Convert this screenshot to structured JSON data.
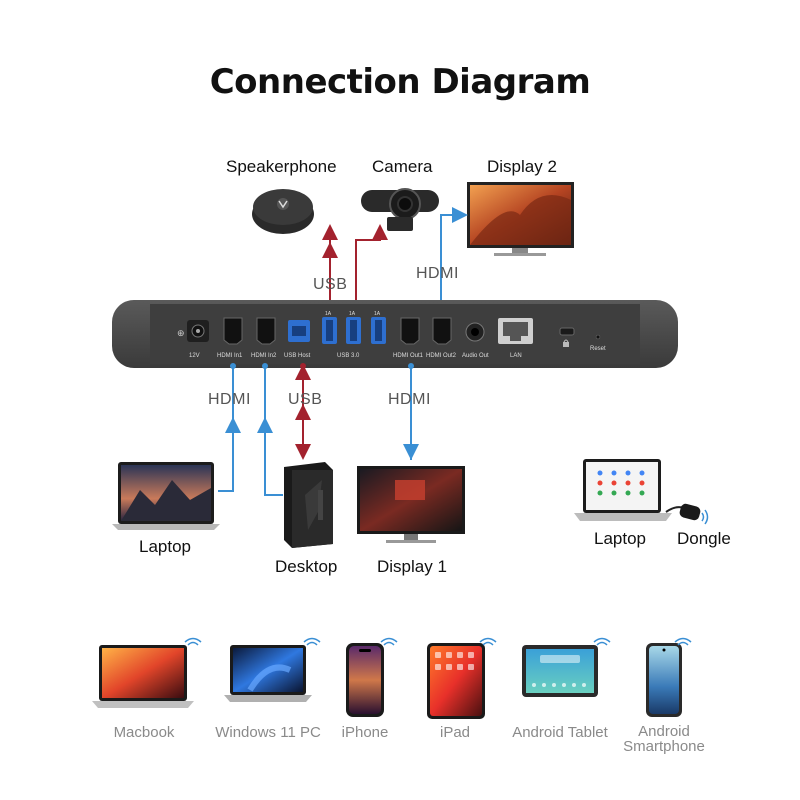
{
  "title": "Connection Diagram",
  "top_devices": {
    "speakerphone": "Speakerphone",
    "camera": "Camera",
    "display2": "Display 2"
  },
  "connections": {
    "usb_top": "USB",
    "hdmi_top": "HDMI",
    "hdmi_left": "HDMI",
    "usb_bottom": "USB",
    "hdmi_right": "HDMI"
  },
  "dock": {
    "ports": {
      "power": "12V",
      "hdmi_in1": "HDMI In1",
      "hdmi_in2": "HDMI In2",
      "usb_host": "USB Host",
      "usb30": "USB 3.0",
      "hdmi_out1": "HDMI Out1",
      "hdmi_out2": "HDMI Out2",
      "audio_out": "Audio Out",
      "lan": "LAN",
      "reset": "Reset",
      "amp1": "1A",
      "amp2": "1A",
      "amp3": "1A"
    }
  },
  "bottom_devices": {
    "laptop": "Laptop",
    "desktop": "Desktop",
    "display1": "Display 1",
    "laptop2": "Laptop",
    "dongle": "Dongle"
  },
  "wireless_devices": [
    {
      "label": "Macbook"
    },
    {
      "label": "Windows 11 PC"
    },
    {
      "label": "iPhone"
    },
    {
      "label": "iPad"
    },
    {
      "label": "Android Tablet"
    },
    {
      "label": "Android",
      "label2": "Smartphone"
    }
  ],
  "colors": {
    "usb_line": "#a3222e",
    "hdmi_line": "#3a8fd4",
    "dock_body": "#4a4a4a",
    "usb_port": "#2e6fd0"
  }
}
